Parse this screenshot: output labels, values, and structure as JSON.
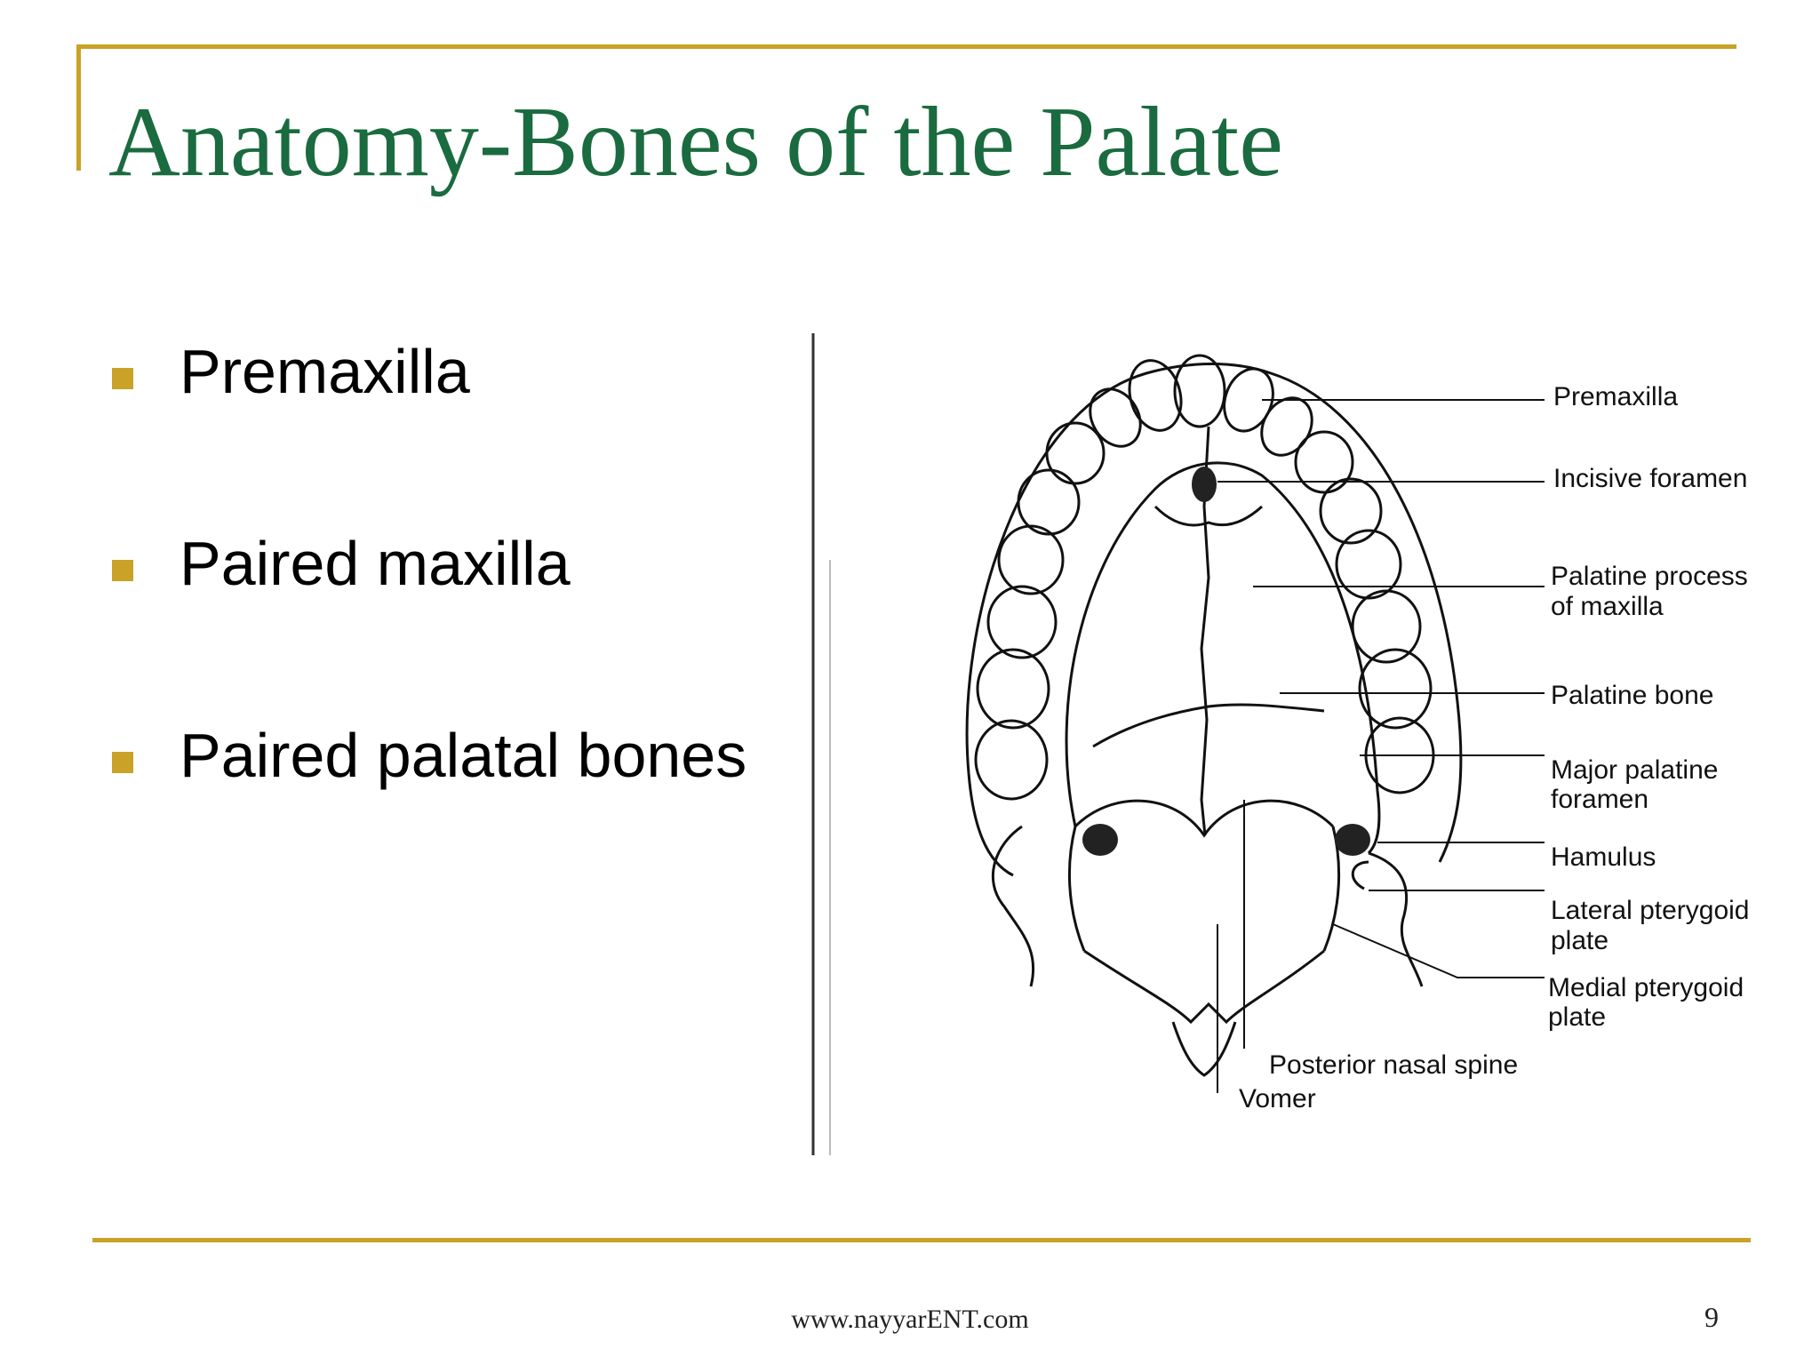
{
  "slide": {
    "title": "Anatomy-Bones of the Palate",
    "bullets": [
      "Premaxilla",
      "Paired maxilla",
      "Paired palatal bones"
    ],
    "footer_url": "www.nayyarENT.com",
    "page_number": "9"
  },
  "figure": {
    "labels": {
      "premaxilla": "Premaxilla",
      "incisive_foramen": "Incisive foramen",
      "palatine_process_1": "Palatine process",
      "palatine_process_2": "of maxilla",
      "palatine_bone": "Palatine bone",
      "major_palatine_1": "Major palatine",
      "major_palatine_2": "foramen",
      "hamulus": "Hamulus",
      "lateral_pterygoid_1": "Lateral pterygoid",
      "lateral_pterygoid_2": "plate",
      "medial_pterygoid_1": "Medial pterygoid",
      "medial_pterygoid_2": "plate",
      "posterior_nasal_spine": "Posterior nasal spine",
      "vomer": "Vomer"
    }
  },
  "colors": {
    "accent_gold": "#c9a227",
    "title_green": "#1a6b3f"
  }
}
